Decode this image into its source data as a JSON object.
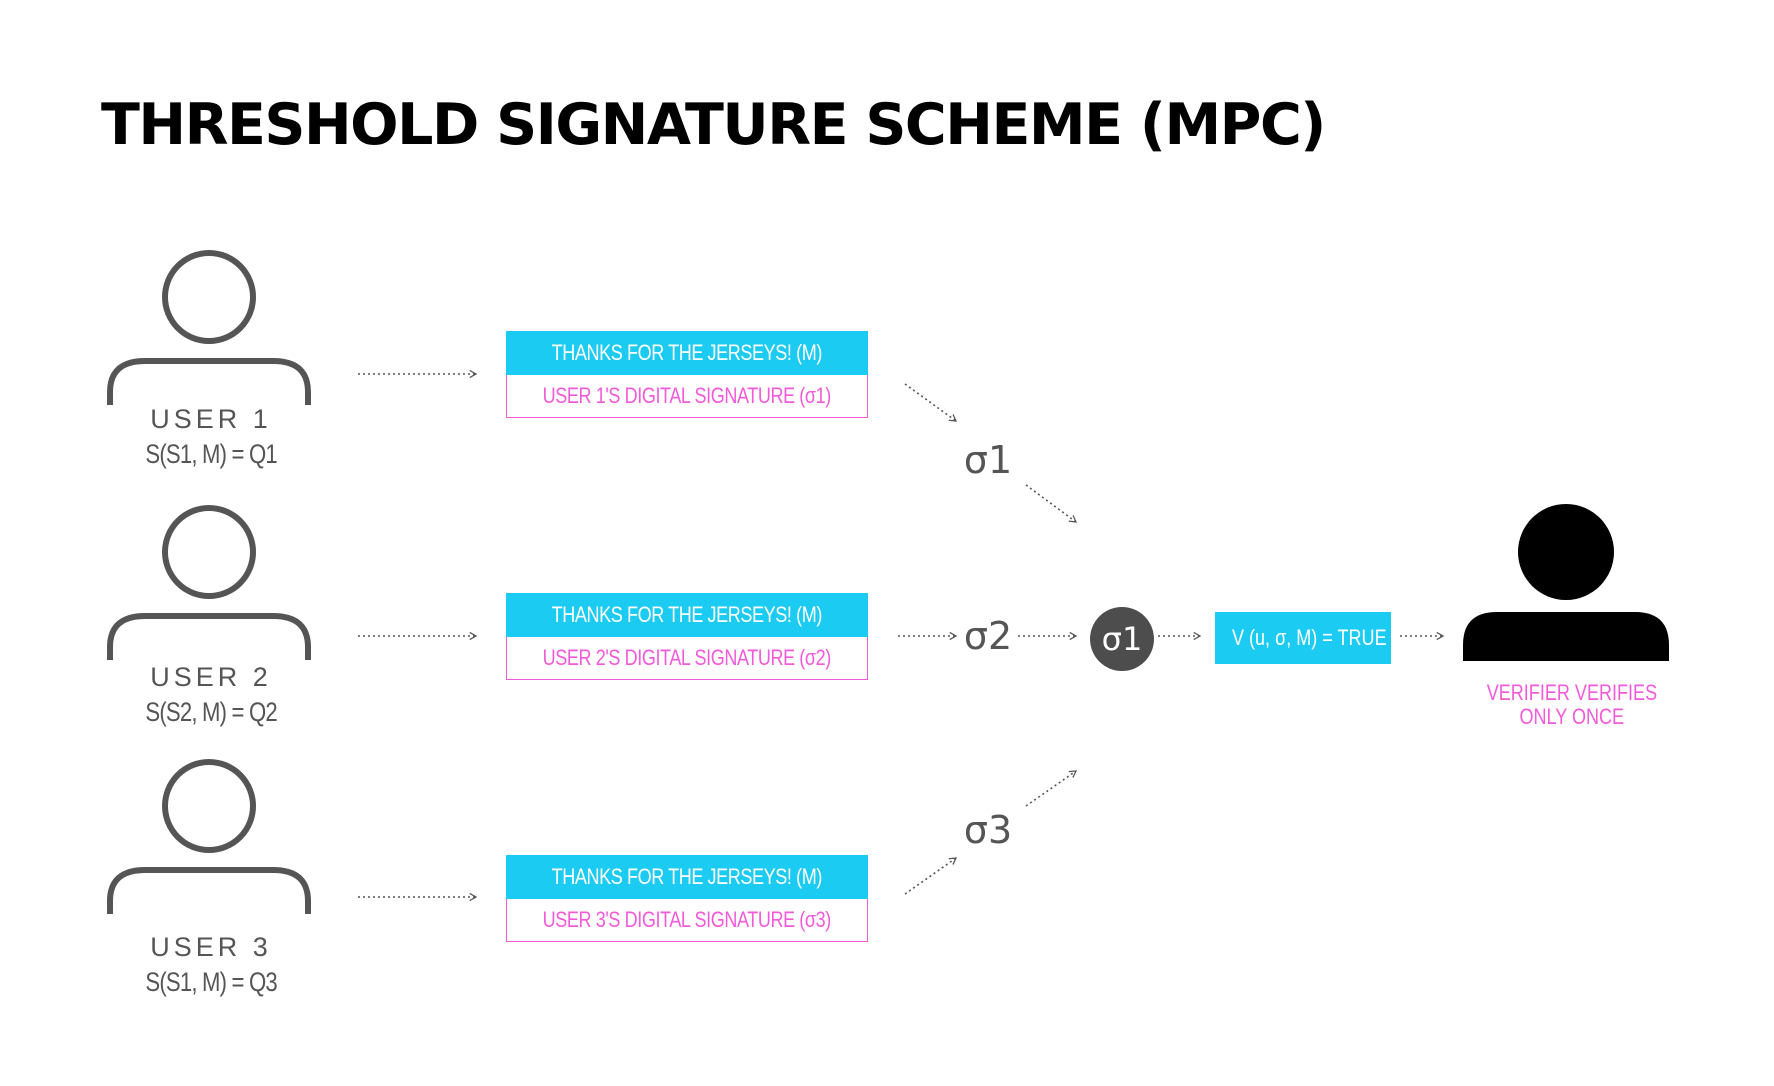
{
  "title": "THRESHOLD SIGNATURE SCHEME (MPC)",
  "users": [
    {
      "name": "USER 1",
      "formula": "S(S1, M) = Q1"
    },
    {
      "name": "USER 2",
      "formula": "S(S2, M) = Q2"
    },
    {
      "name": "USER 3",
      "formula": "S(S1, M) = Q3"
    }
  ],
  "messages": [
    {
      "message": "THANKS FOR THE JERSEYS! (M)",
      "signature": "USER 1'S DIGITAL SIGNATURE (σ1)"
    },
    {
      "message": "THANKS FOR THE JERSEYS! (M)",
      "signature": "USER 2'S DIGITAL SIGNATURE (σ2)"
    },
    {
      "message": "THANKS FOR THE JERSEYS! (M)",
      "signature": "USER 3'S DIGITAL SIGNATURE (σ3)"
    }
  ],
  "sigmas": [
    "σ1",
    "σ2",
    "σ3"
  ],
  "aggregate": "σ1",
  "verification": "V (u, σ, M) = TRUE",
  "verifier_caption": [
    "VERIFIER VERIFIES",
    "ONLY ONCE"
  ],
  "colors": {
    "accent_blue": "#1ccbf2",
    "accent_pink": "#f25ad9",
    "icon_gray": "#555555",
    "aggregate_fill": "#4d4d4d"
  }
}
